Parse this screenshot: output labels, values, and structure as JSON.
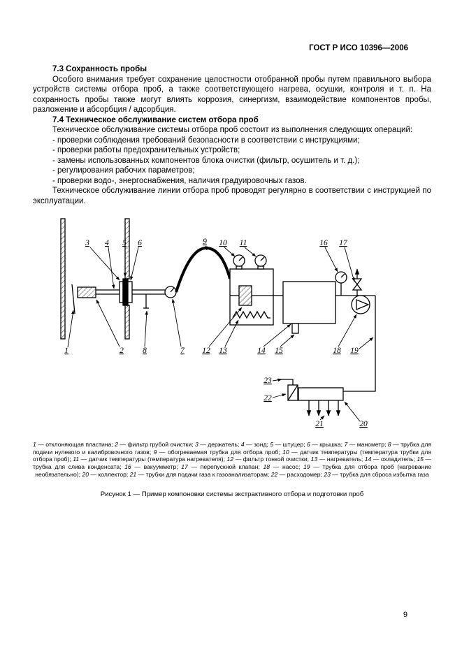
{
  "header": {
    "doc_id": "ГОСТ Р ИСО 10396—2006"
  },
  "sections": {
    "s73": {
      "title": "7.3  Сохранность пробы",
      "body": "Особого внимания требует сохранение целостности отобранной пробы путем правильного выбора устройств системы отбора проб, а также соответствующего нагрева, осушки, контроля и т. п. На сохранность пробы также могут влиять коррозия, синергизм, взаимодействие компонентов пробы, разложение и абсорбция / адсорбция."
    },
    "s74": {
      "title": "7.4  Техническое обслуживание систем отбора проб",
      "intro": "Техническое обслуживание системы отбора проб состоит из выполнения следующих операций:",
      "items": [
        "-  проверки соблюдения требований безопасности в соответствии с инструкциями;",
        "-  проверки работы предохранительных устройств;",
        "-  замены использованных компонентов блока очистки (фильтр, осушитель и т. д.);",
        "-  регулирования рабочих параметров;",
        "-  проверки водо-, энергоснабжения, наличия градуировочных газов."
      ],
      "closing": "Техническое обслуживание линии отбора проб проводят регулярно в соответствии с инструкцией по эксплуатации."
    }
  },
  "figure": {
    "callouts": [
      "1",
      "2",
      "3",
      "4",
      "5",
      "6",
      "7",
      "8",
      "9",
      "10",
      "11",
      "12",
      "13",
      "14",
      "15",
      "16",
      "17",
      "18",
      "19",
      "20",
      "21",
      "22",
      "23"
    ],
    "legend_items": [
      {
        "num": "1",
        "text": "отклоняющая пластина"
      },
      {
        "num": "2",
        "text": "фильтр грубой очистки"
      },
      {
        "num": "3",
        "text": "держатель"
      },
      {
        "num": "4",
        "text": "зонд"
      },
      {
        "num": "5",
        "text": "штуцер"
      },
      {
        "num": "6",
        "text": "крышка"
      },
      {
        "num": "7",
        "text": "манометр"
      },
      {
        "num": "8",
        "text": "трубка для подачи нулевого и калибровочного газов"
      },
      {
        "num": "9",
        "text": "обогреваемая трубка для отбора проб"
      },
      {
        "num": "10",
        "text": "датчик температуры (температура трубки для отбора проб)"
      },
      {
        "num": "11",
        "text": "датчик температуры (температура нагревателя)"
      },
      {
        "num": "12",
        "text": "фильтр тонкой очистки"
      },
      {
        "num": "13",
        "text": "нагреватель"
      },
      {
        "num": "14",
        "text": "охладитель"
      },
      {
        "num": "15",
        "text": "трубка для слива конденсата"
      },
      {
        "num": "16",
        "text": "вакуумметр"
      },
      {
        "num": "17",
        "text": "перепускной клапан"
      },
      {
        "num": "18",
        "text": "насос"
      },
      {
        "num": "19",
        "text": "трубка для отбора проб (нагревание необязательно)"
      },
      {
        "num": "20",
        "text": "коллектор"
      },
      {
        "num": "21",
        "text": "трубки для подачи газа к газоанализаторам"
      },
      {
        "num": "22",
        "text": "расходомер"
      },
      {
        "num": "23",
        "text": "трубка для сброса избытка газа"
      }
    ],
    "caption": "Рисунок 1 — Пример компоновки системы экстрактивного отбора и подготовки проб"
  },
  "page_number": "9"
}
